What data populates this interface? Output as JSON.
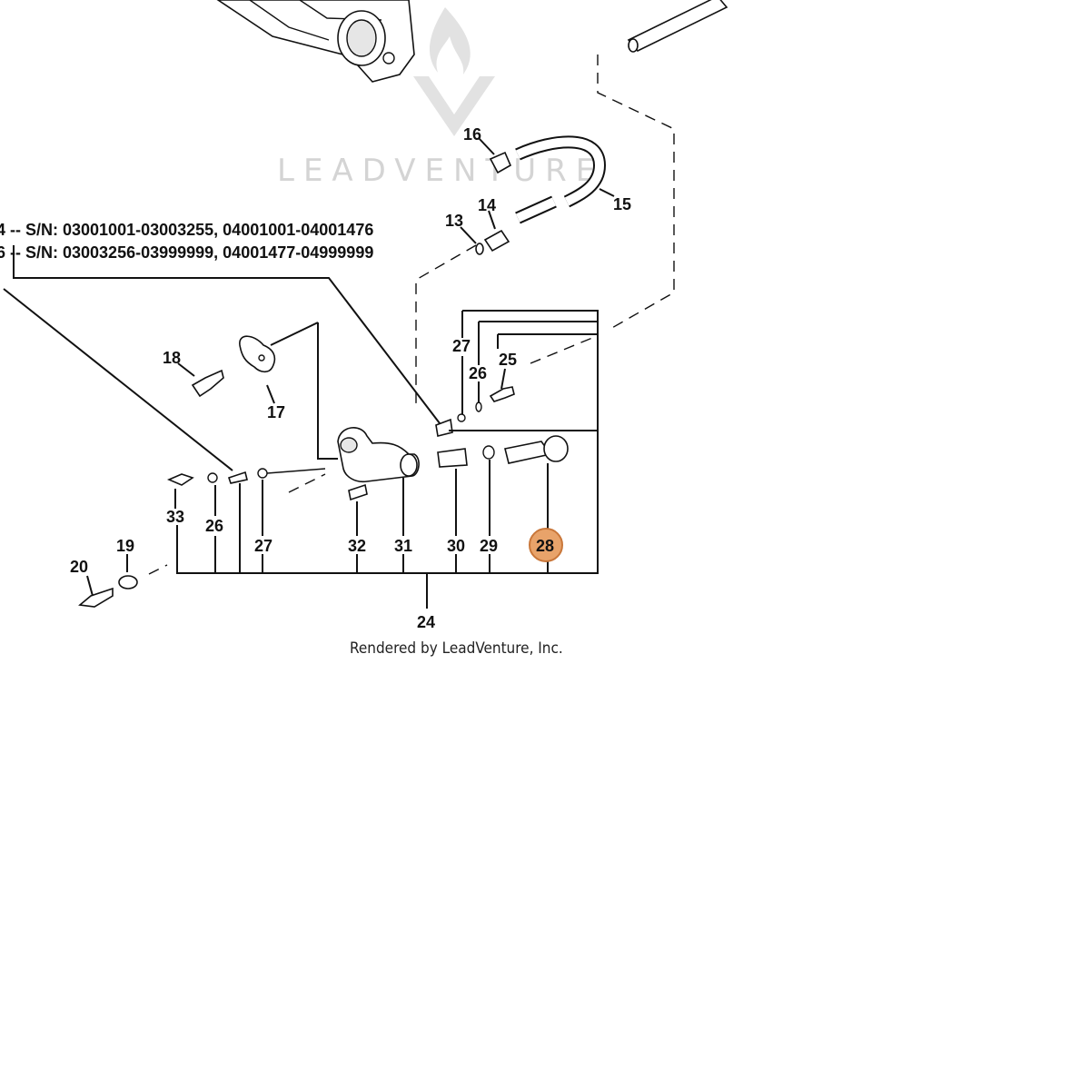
{
  "watermark": {
    "text": "LEADVENTURE",
    "logo_icon": "leadventure-flame-logo"
  },
  "serial_notes": [
    "4 -- S/N: 03001001-03003255, 04001001-04001476",
    "6 -- S/N: 03003256-03999999, 04001477-04999999"
  ],
  "callouts": {
    "p13": "13",
    "p14": "14",
    "p15": "15",
    "p16": "16",
    "p17": "17",
    "p18": "18",
    "p19": "19",
    "p20": "20",
    "p24": "24",
    "p25": "25",
    "p26a": "26",
    "p26b": "26",
    "p27a": "27",
    "p27b": "27",
    "p28": "28",
    "p29": "29",
    "p30": "30",
    "p31": "31",
    "p32": "32",
    "p33": "33"
  },
  "highlight": {
    "part": "28",
    "color": "#e8a36a",
    "stroke": "#c9773a"
  },
  "credit": "Rendered by LeadVenture, Inc."
}
